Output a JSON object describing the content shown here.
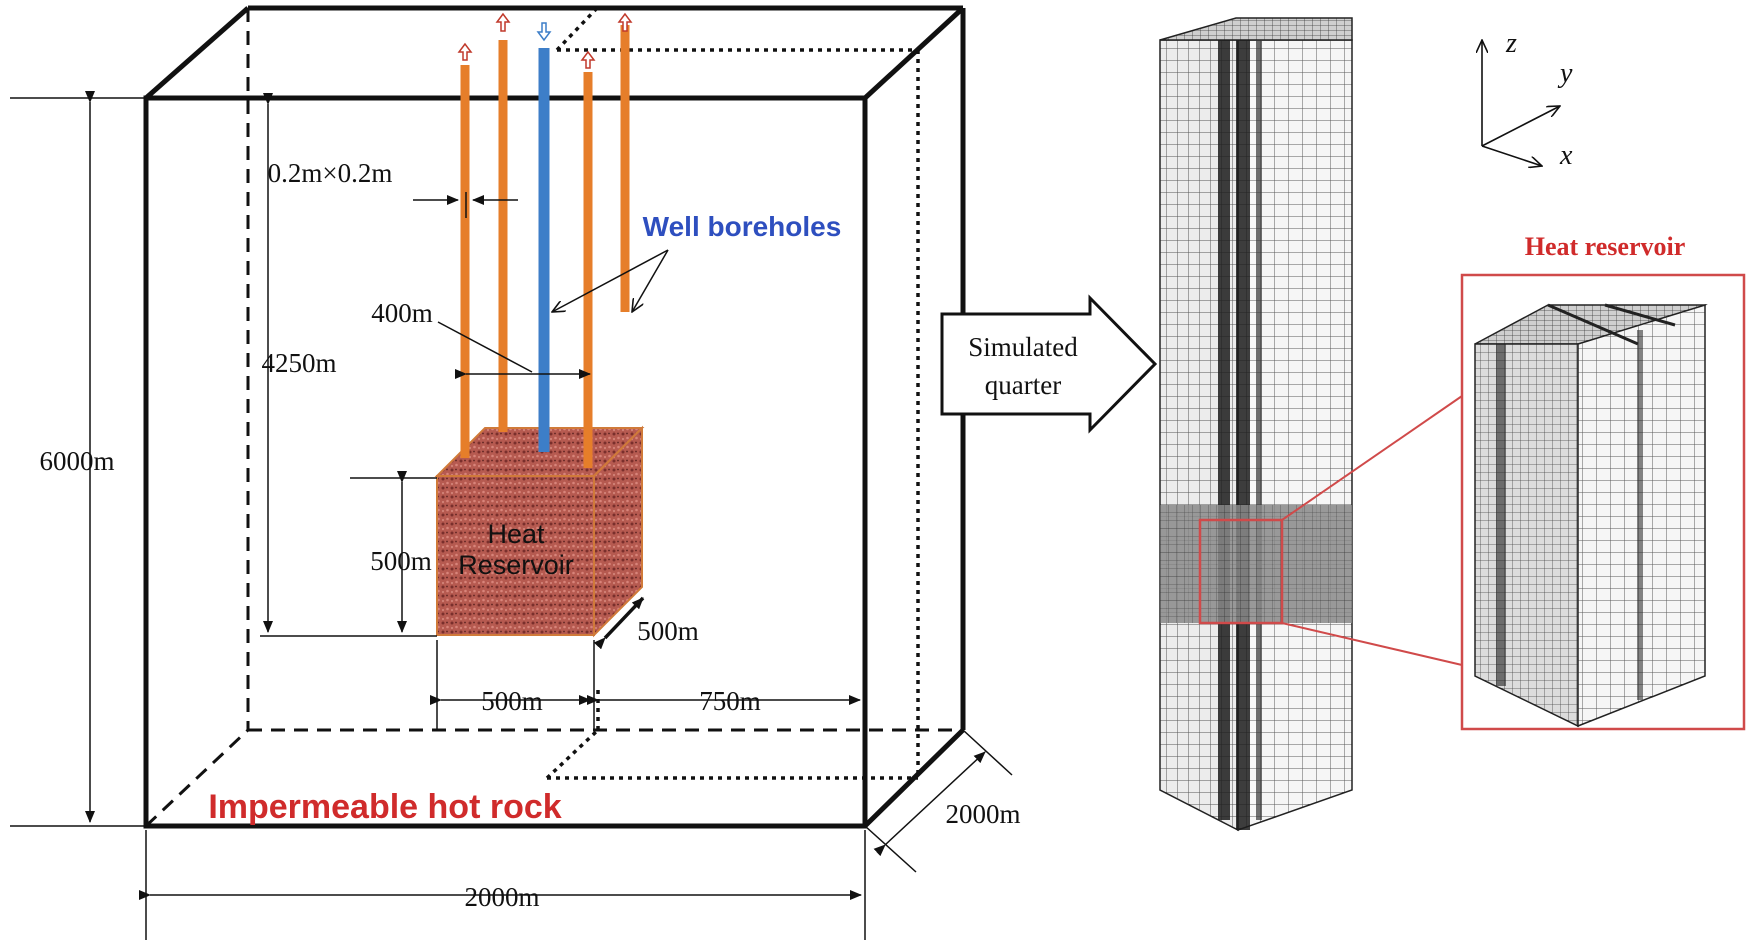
{
  "labels": {
    "pipe_size": "0.2m×0.2m",
    "well_boreholes": "Well boreholes",
    "spacing_400": "400m",
    "depth_4250": "4250m",
    "height_6000": "6000m",
    "res_height": "500m",
    "heat_reservoir_line1": "Heat",
    "heat_reservoir_line2": "Reservoir",
    "res_depth": "500m",
    "res_width": "500m",
    "side_gap": "750m",
    "impermeable": "Impermeable hot rock",
    "depth_2000": "2000m",
    "width_2000": "2000m",
    "arrow_line1": "Simulated",
    "arrow_line2": "quarter",
    "heat_reservoir_inset": "Heat reservoir",
    "axis_z": "z",
    "axis_y": "y",
    "axis_x": "x"
  },
  "colors": {
    "production_well": "#e67e2a",
    "injection_well": "#3d7ec8",
    "reservoir": "#b0564e",
    "label_red": "#d02b2b",
    "label_blue": "#2e4fbf",
    "mesh_dark": "#2a2a2a",
    "inset_border": "#d04a4a"
  }
}
